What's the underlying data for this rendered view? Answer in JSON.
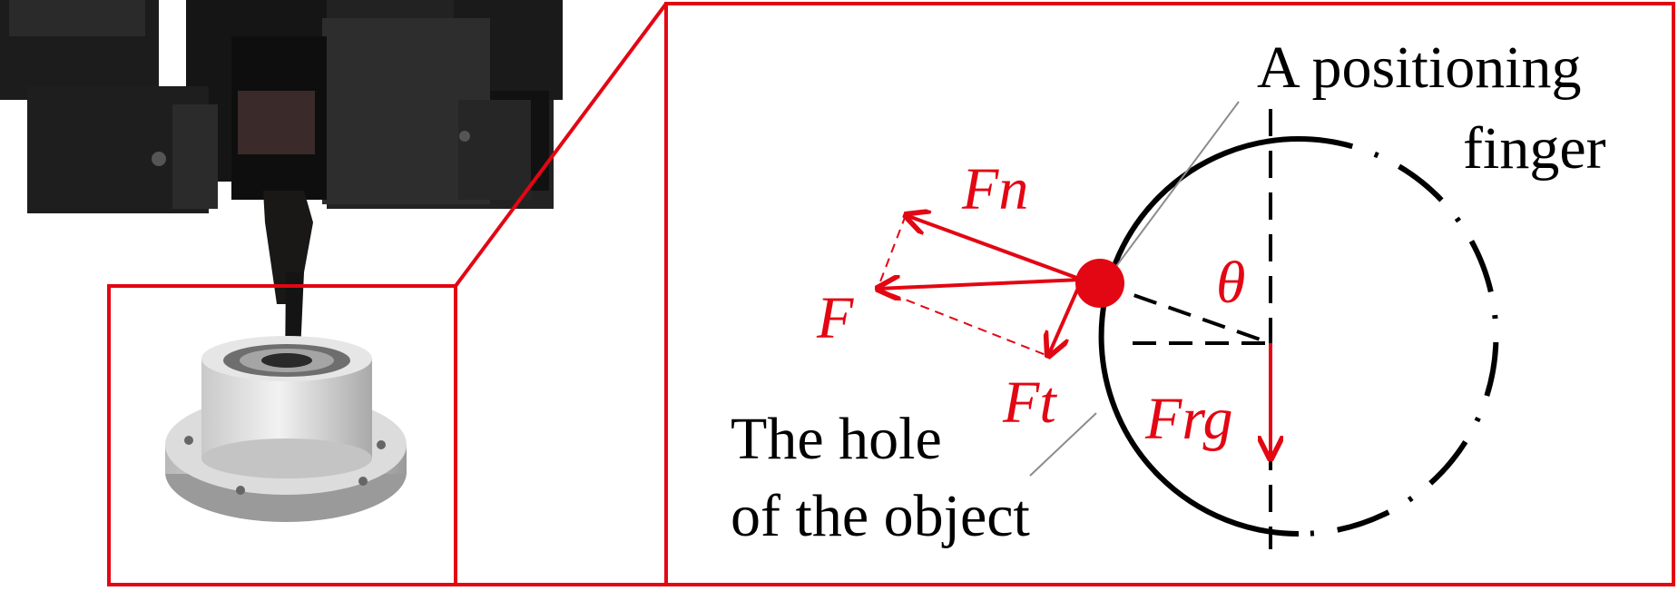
{
  "colors": {
    "accent_red": "#e30613",
    "outline_black": "#000000",
    "background": "#ffffff",
    "leader_gray": "#8c8c8c"
  },
  "photo": {
    "subject": "robotic gripper with positioning finger inserted into the hole of a metal flange part",
    "icons": [
      "gripper-photo",
      "flange-part-photo"
    ]
  },
  "labels": {
    "positioning_finger_line1": "A positioning",
    "positioning_finger_line2": "finger",
    "hole_line1": "The hole",
    "hole_line2": "of the object"
  },
  "forces": {
    "normal": "Fn",
    "resultant": "F",
    "tangential": "Ft",
    "gravity_reaction": "Frg",
    "angle": "θ"
  }
}
